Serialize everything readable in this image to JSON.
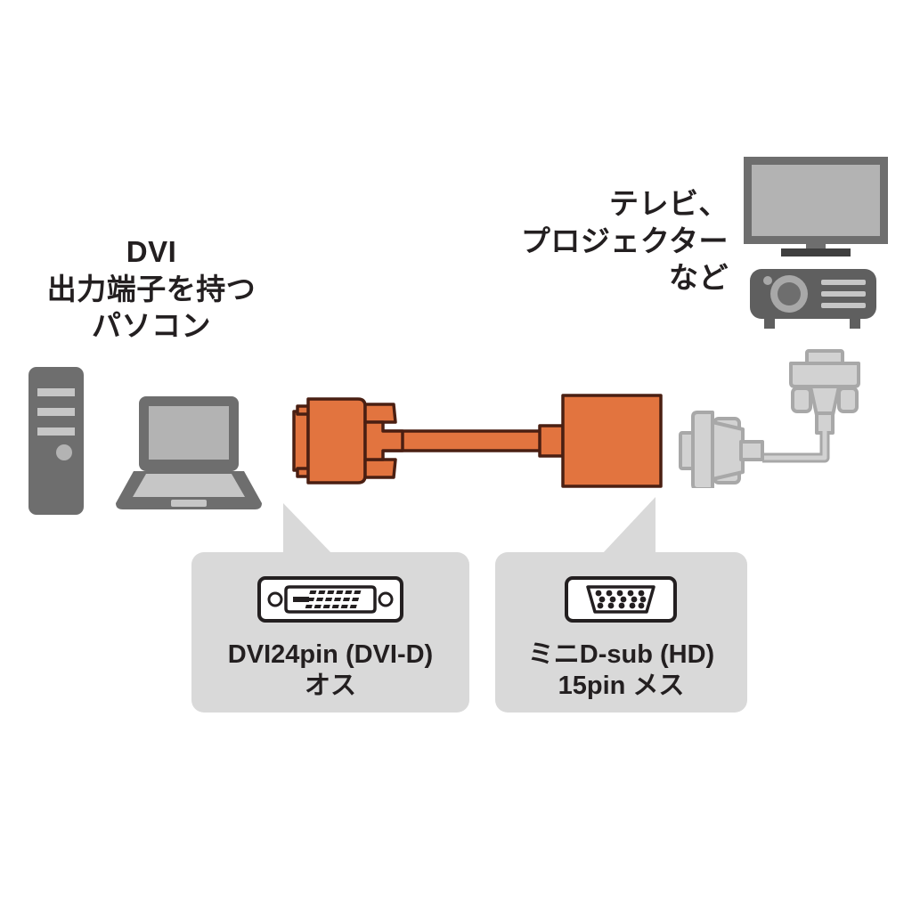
{
  "diagram": {
    "title": "DVI to mini D-sub adapter cable connection diagram",
    "background_color": "#ffffff",
    "accent_orange": "#e2743f",
    "outline_brown": "#4a1f12",
    "device_gray": "#6e6e6e",
    "device_light_gray": "#b3b3b3",
    "callout_gray": "#d9d9d9",
    "cable_gray": "#a8a8a8"
  },
  "source_side": {
    "label": "DVI\n出力端子を持つ\nパソコン",
    "devices": [
      {
        "icon": "desktop-tower-icon",
        "name": "desktop-tower"
      },
      {
        "icon": "laptop-icon",
        "name": "laptop"
      }
    ]
  },
  "destination_side": {
    "label": "テレビ、\nプロジェクター\nなど",
    "devices": [
      {
        "icon": "television-icon",
        "name": "television"
      },
      {
        "icon": "projector-icon",
        "name": "projector"
      }
    ]
  },
  "product": {
    "name": "dvi-to-vga-adapter-cable",
    "color": "#e2743f",
    "connector_male": "dvi-male-connector",
    "adapter_body": "vga-adapter-body"
  },
  "vga_cable": {
    "name": "vga-cable",
    "color": "#a8a8a8",
    "connectors": 2
  },
  "callouts": [
    {
      "id": "dvi",
      "icon": "dvi-d-connector-icon",
      "label": "DVI24pin (DVI-D)\nオス"
    },
    {
      "id": "vga",
      "icon": "mini-dsub-hd15-connector-icon",
      "label": "ミニD-sub (HD)\n15pin メス"
    }
  ]
}
